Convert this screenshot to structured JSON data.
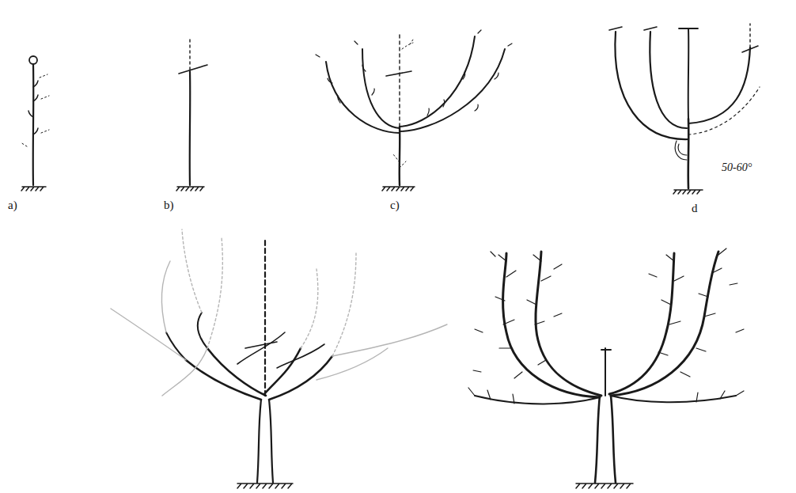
{
  "diagram": {
    "labels": [
      "a)",
      "b)",
      "c)",
      "d",
      "50-60°"
    ]
  }
}
